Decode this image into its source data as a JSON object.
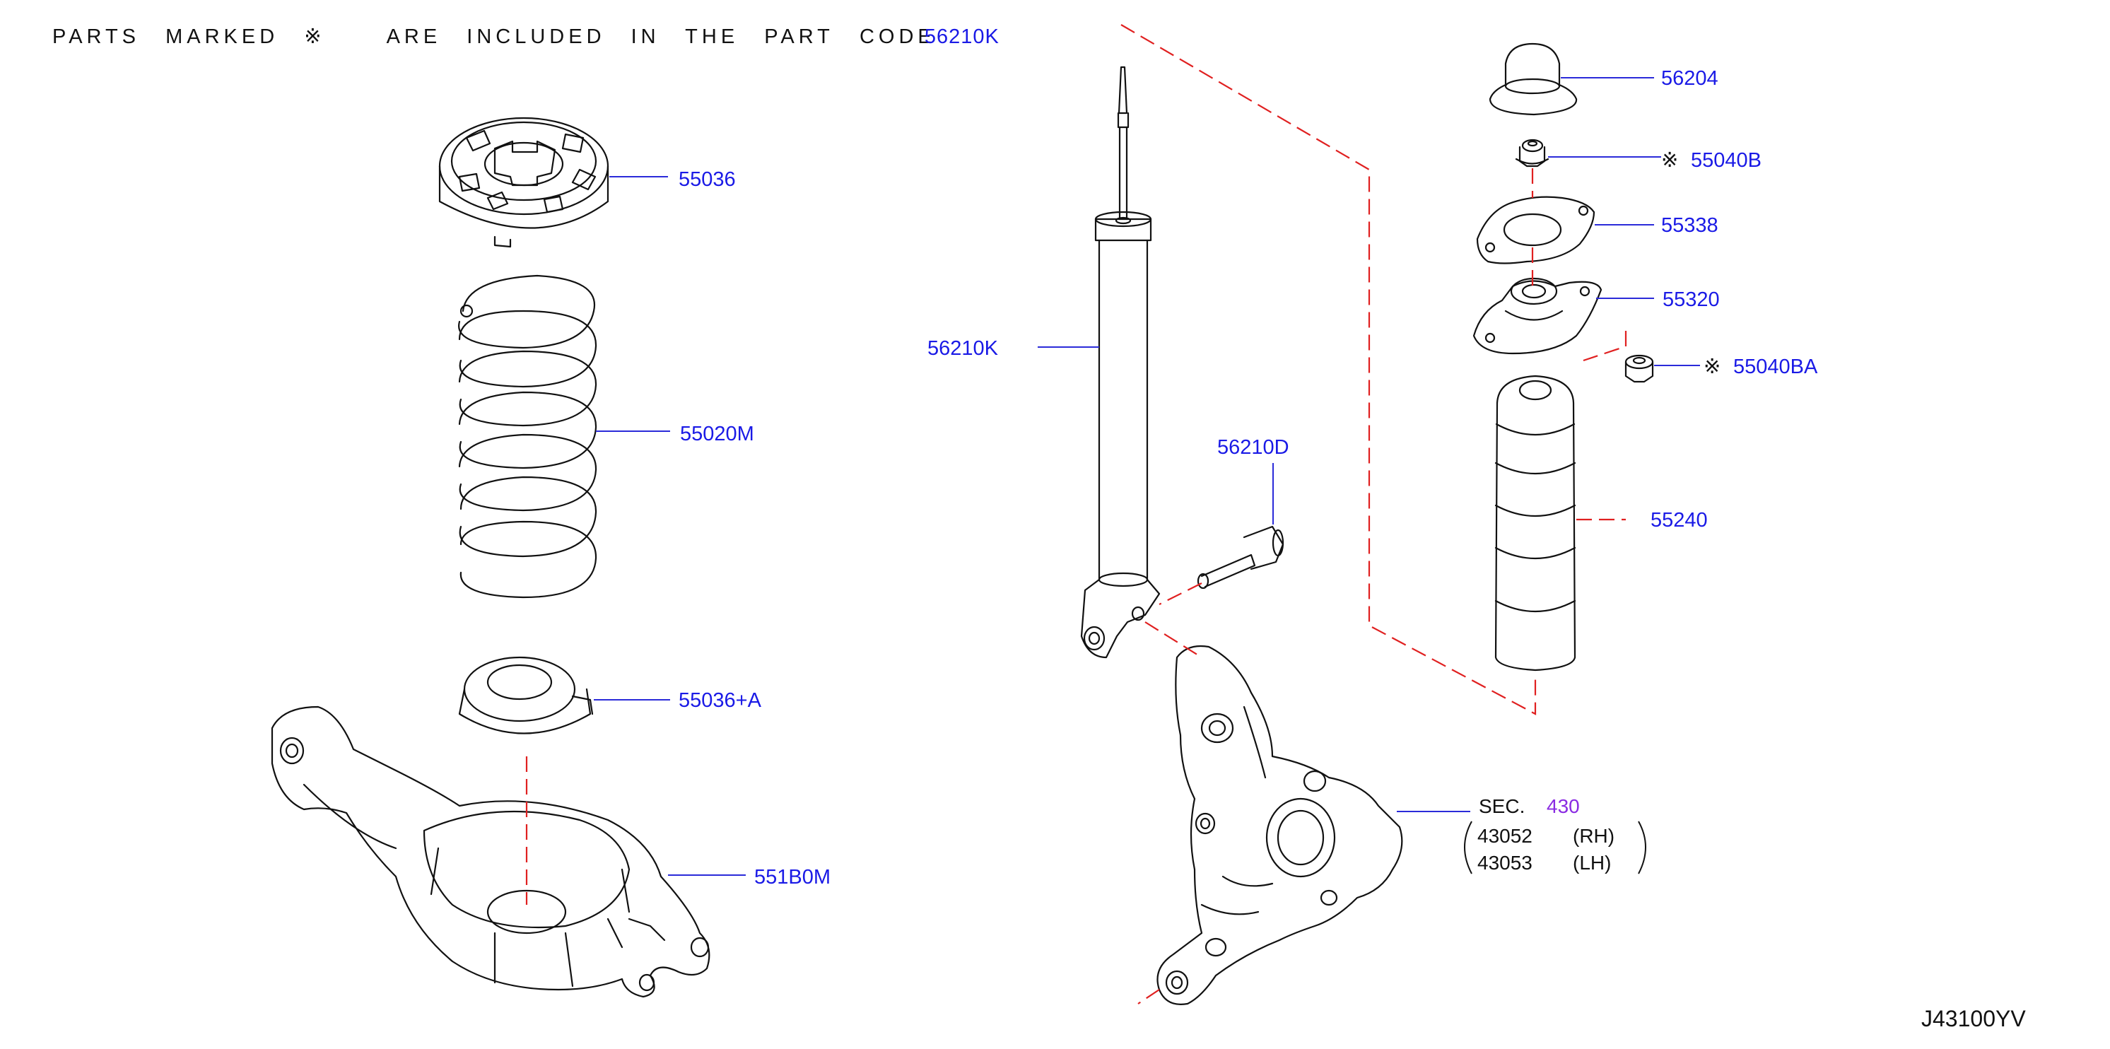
{
  "notice": {
    "parts": "PARTS",
    "marked": "MARKED",
    "symbol": "※",
    "are": "ARE",
    "included": "INCLUDED",
    "in": "IN",
    "the": "THE",
    "part": "PART",
    "code": "CODE",
    "code_value": "56210K"
  },
  "diagram_id": "J43100YV",
  "colors": {
    "line": "#111111",
    "callout": "#2b2bd9",
    "part_number": "#1a1ae6",
    "section_ref": "#8a2be2",
    "dashed": "#e02020"
  },
  "parts": {
    "p55036": "55036",
    "p55020M": "55020M",
    "p55036A": "55036+A",
    "p551B0M": "551B0M",
    "p56210K": "56210K",
    "p56210D": "56210D",
    "p56204": "56204",
    "p55040B": "55040B",
    "p55338": "55338",
    "p55320": "55320",
    "p55040BA": "55040BA",
    "p55240": "55240"
  },
  "marks": {
    "m55040B": "※",
    "m55040BA": "※"
  },
  "section": {
    "sec": "SEC.",
    "number": "430",
    "rh_part": "43052",
    "rh_side": "(RH)",
    "lh_part": "43053",
    "lh_side": "(LH)"
  }
}
